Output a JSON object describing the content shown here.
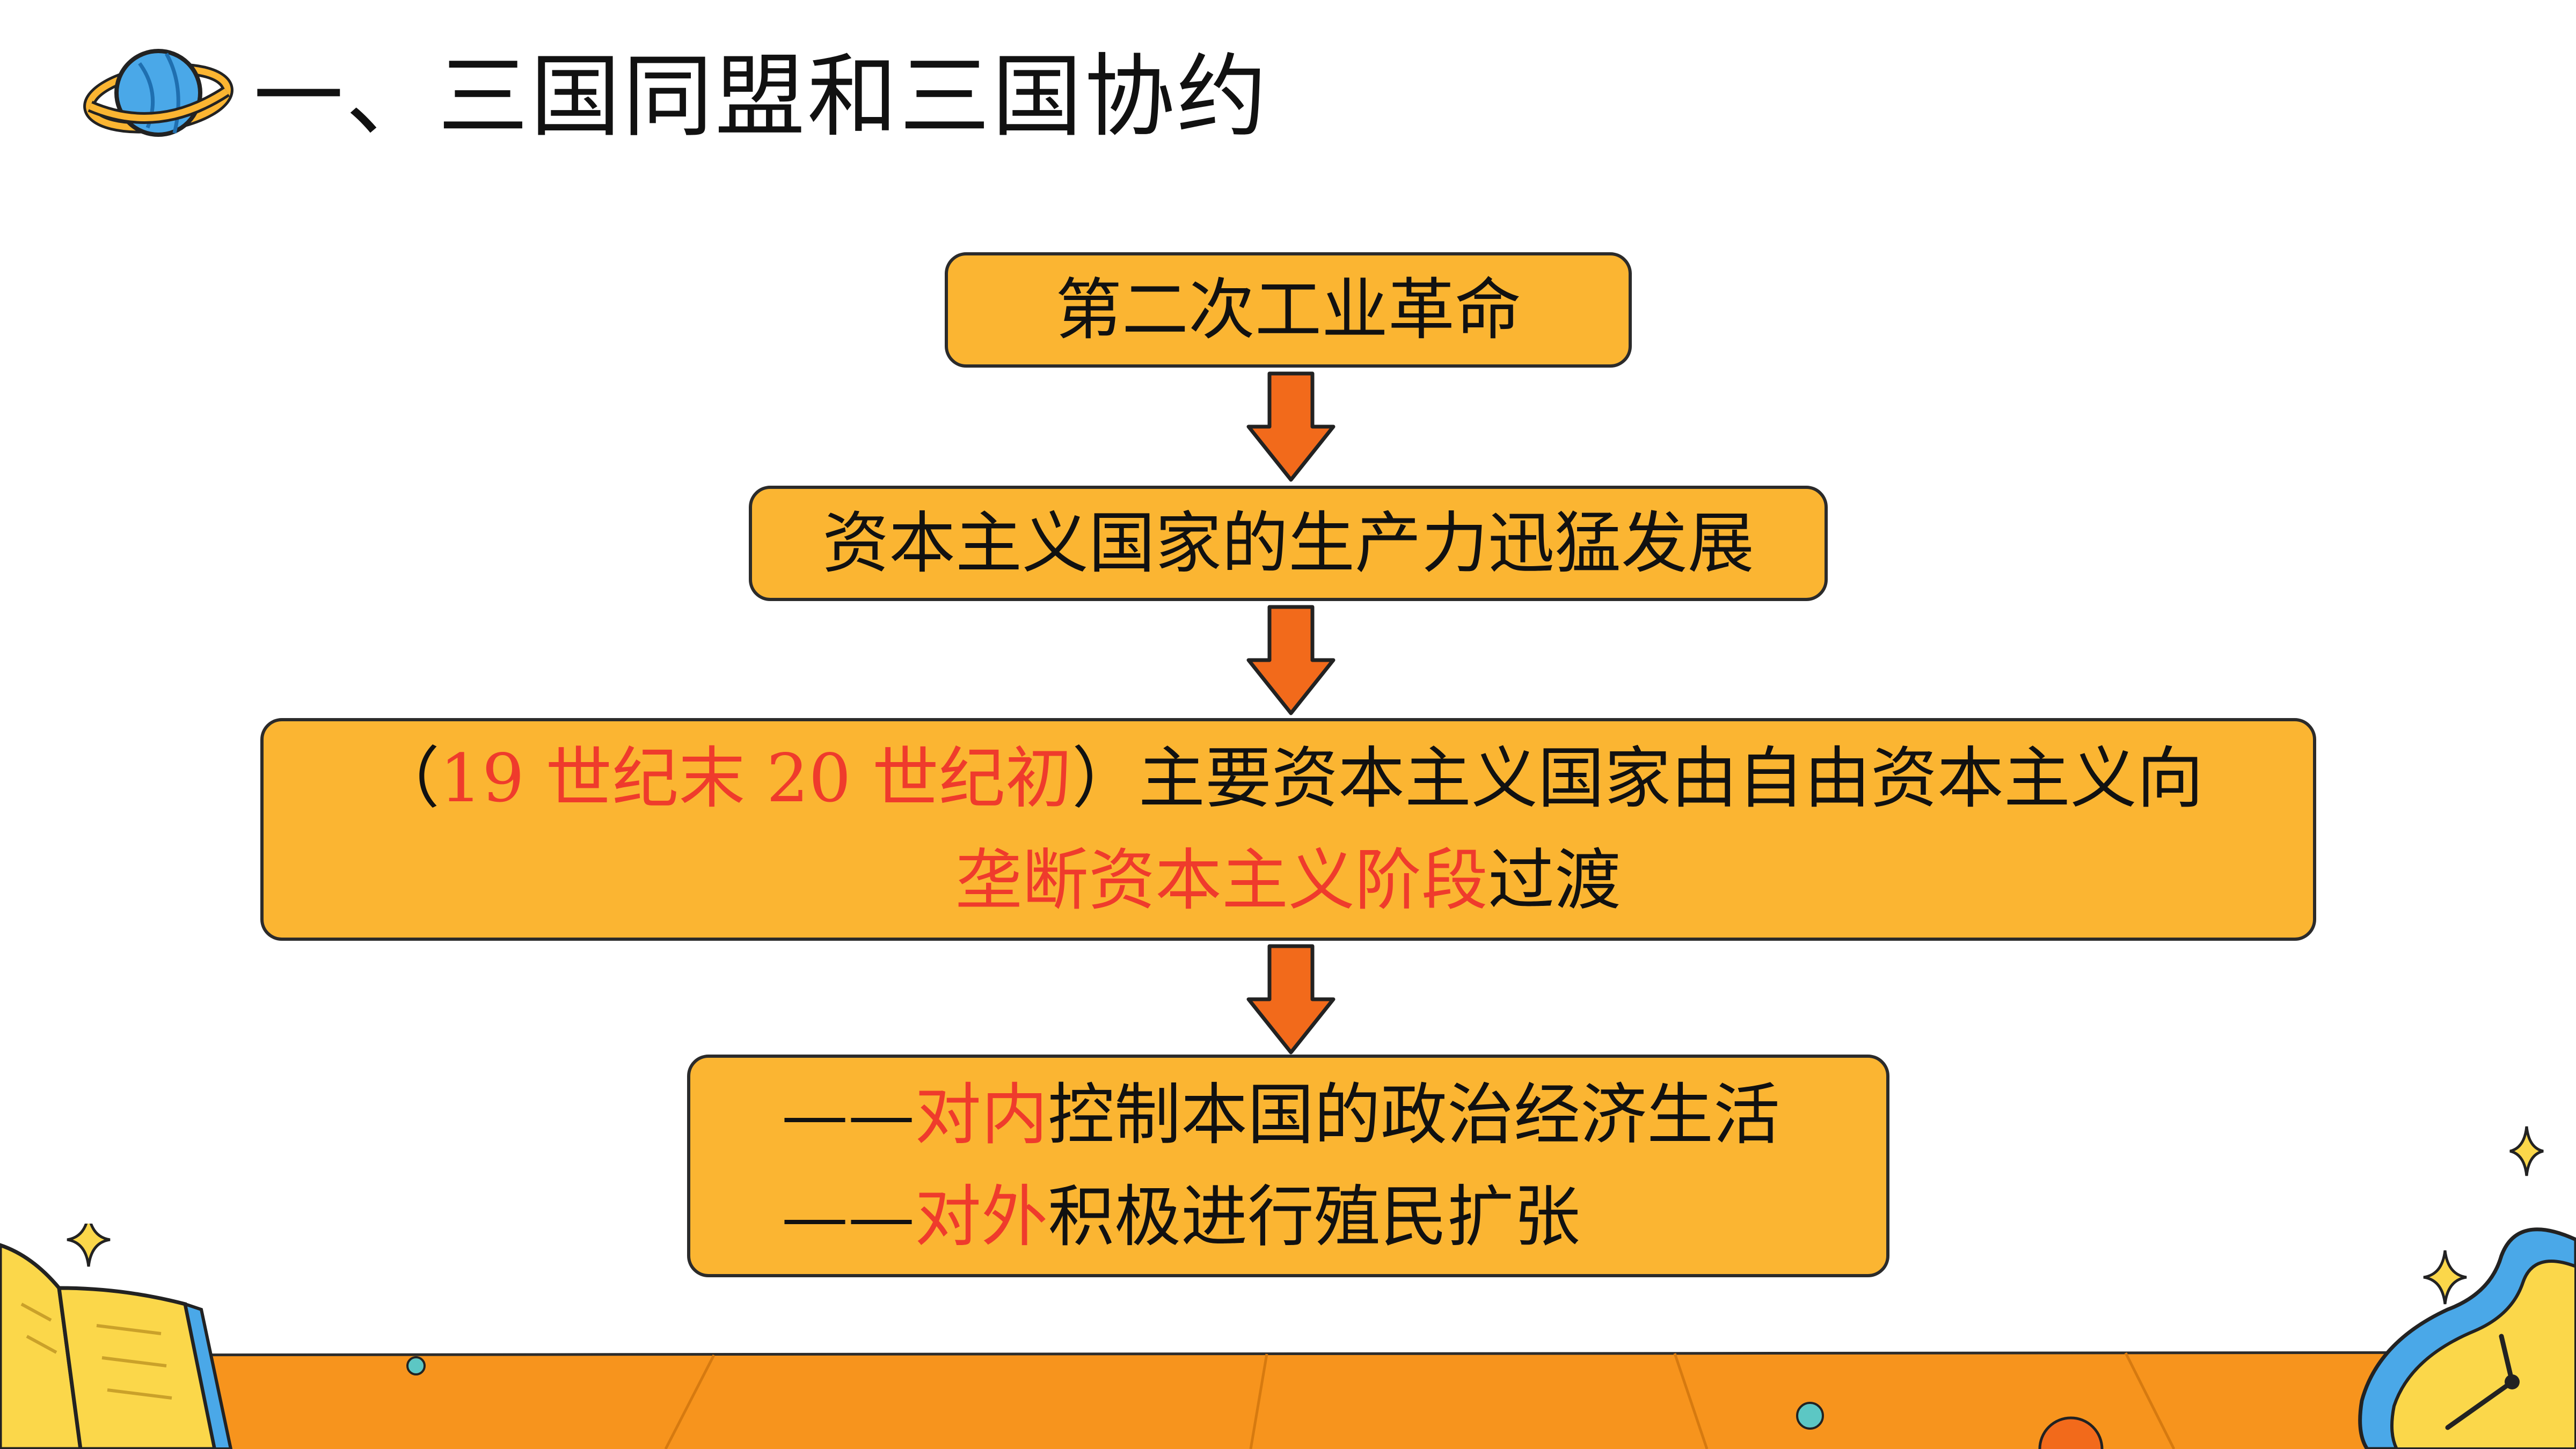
{
  "slide": {
    "title": "一、三国同盟和三国协约",
    "title_icon": "planet-icon",
    "accent_color": "#fbb532",
    "highlight_color": "#ef3b2c",
    "arrow_color": "#f26a1b"
  },
  "flow": {
    "box1": {
      "text": "第二次工业革命"
    },
    "box2": {
      "text": "资本主义国家的生产力迅猛发展"
    },
    "box3": {
      "line1_open": "（",
      "line1_red": "19 世纪末 20 世纪初",
      "line1_rest": "）主要资本主义国家由自由资本主义向",
      "line2_red": "垄断资本主义阶段",
      "line2_rest": "过渡"
    },
    "box4": {
      "line1_dash": "——",
      "line1_red": "对内",
      "line1_rest": "控制本国的政治经济生活",
      "line2_dash": "——",
      "line2_red": "对外",
      "line2_rest": "积极进行殖民扩张"
    }
  },
  "decorations": {
    "left_corner": "open-book-icon",
    "right_corner": "melting-clock-icon",
    "sparkles": "sparkle-icon"
  }
}
